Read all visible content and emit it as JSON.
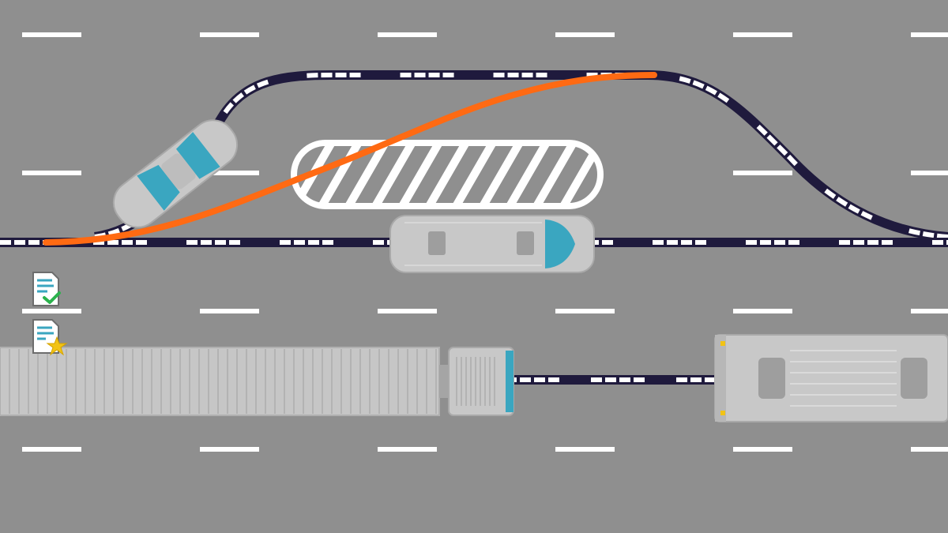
{
  "colors": {
    "road": "#8f8f8f",
    "lane_marking": "#ffffff",
    "planned_path": "#ff6a13",
    "trajectory_dark": "#1f1a3d",
    "trajectory_light": "#ffffff",
    "vehicle_body": "#c8c8c8",
    "vehicle_glass": "#3aa6c0",
    "vehicle_outline": "#a9a9a9",
    "icon_check": "#2bb24c",
    "icon_star": "#f2c315",
    "icon_doc_line": "#3aa6c0"
  },
  "icons": [
    {
      "name": "document-check-icon"
    },
    {
      "name": "document-star-icon"
    }
  ],
  "scene": {
    "ego_vehicle": "sedan",
    "obstacle": "hatched-barrier",
    "vehicles": [
      "sedan",
      "van",
      "truck",
      "bus"
    ]
  }
}
